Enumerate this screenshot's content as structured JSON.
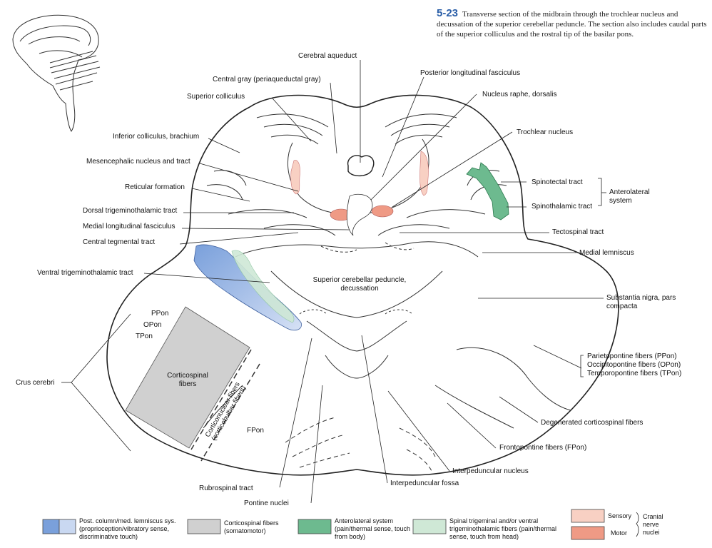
{
  "caption": {
    "number": "5-23",
    "text": "Transverse section of the midbrain through the trochlear nucleus and decussation of the superior cerebellar peduncle. The section also includes caudal parts of the superior colliculus and the rostral tip of the basilar pons."
  },
  "labels": {
    "cerebral_aqueduct": "Cerebral aqueduct",
    "central_gray": "Central gray (periaqueductal gray)",
    "superior_colliculus": "Superior colliculus",
    "inferior_colliculus_brachium": "Inferior colliculus, brachium",
    "mesencephalic_nucleus": "Mesencephalic nucleus and tract",
    "reticular_formation": "Reticular formation",
    "dorsal_trigeminothalamic": "Dorsal trigeminothalamic tract",
    "medial_longitudinal_fasciculus": "Medial longitudinal fasciculus",
    "central_tegmental": "Central tegmental tract",
    "ventral_trigeminothalamic": "Ventral trigeminothalamic tract",
    "ppon": "PPon",
    "opon": "OPon",
    "tpon": "TPon",
    "crus_cerebri": "Crus cerebri",
    "corticospinal_fibers": "Corticospinal fibers",
    "corticonuclear_fibers": "Corticonuclear fibers (corticobulbar fibers)",
    "fpon": "FPon",
    "rubrospinal": "Rubrospinal tract",
    "pontine_nuclei": "Pontine nuclei",
    "posterior_longitudinal_fasciculus": "Posterior longitudinal fasciculus",
    "nucleus_raphe_dorsalis": "Nucleus raphe, dorsalis",
    "trochlear_nucleus": "Trochlear nucleus",
    "spinotectal": "Spinotectal tract",
    "spinothalamic": "Spinothalamic tract",
    "anterolateral_system": "Anterolateral system",
    "tectospinal": "Tectospinal tract",
    "medial_lemniscus": "Medial lemniscus",
    "superior_cerebellar_peduncle_decussation": "Superior cerebellar peduncle, decussation",
    "substantia_nigra": "Substantia nigra, pars compacta",
    "parietopontine": "Parietopontine fibers (PPon)",
    "occipitopontine": "Occipitopontine fibers (OPon)",
    "temporopontine": "Temporopontine fibers (TPon)",
    "degenerated_corticospinal": "Degenerated corticospinal fibers",
    "frontopontine": "Frontopontine fibers (FPon)",
    "interpeduncular_nucleus": "Interpeduncular nucleus",
    "interpeduncular_fossa": "Interpeduncular fossa"
  },
  "legend": {
    "post_column": "Post. column/med. lemniscus sys. (proprioception/vibratory sense, discriminative touch)",
    "corticospinal": "Corticospinal fibers (somatomotor)",
    "anterolateral": "Anterolateral system (pain/thermal sense, touch from body)",
    "spinal_trigeminal": "Spinal trigeminal and/or ventral trigeminothalamic fibers (pain/thermal sense, touch from head)",
    "sensory": "Sensory",
    "motor": "Motor",
    "cranial_nerve_nuclei": "Cranial nerve nuclei"
  },
  "colors": {
    "post_column_dark": "#7aa0db",
    "post_column_light": "#c9d8f1",
    "corticospinal": "#d0d0d0",
    "anterolateral": "#6dba8f",
    "spinal_trigeminal": "#cfe8d6",
    "sensory": "#f8d0c3",
    "motor": "#ef9a85"
  }
}
